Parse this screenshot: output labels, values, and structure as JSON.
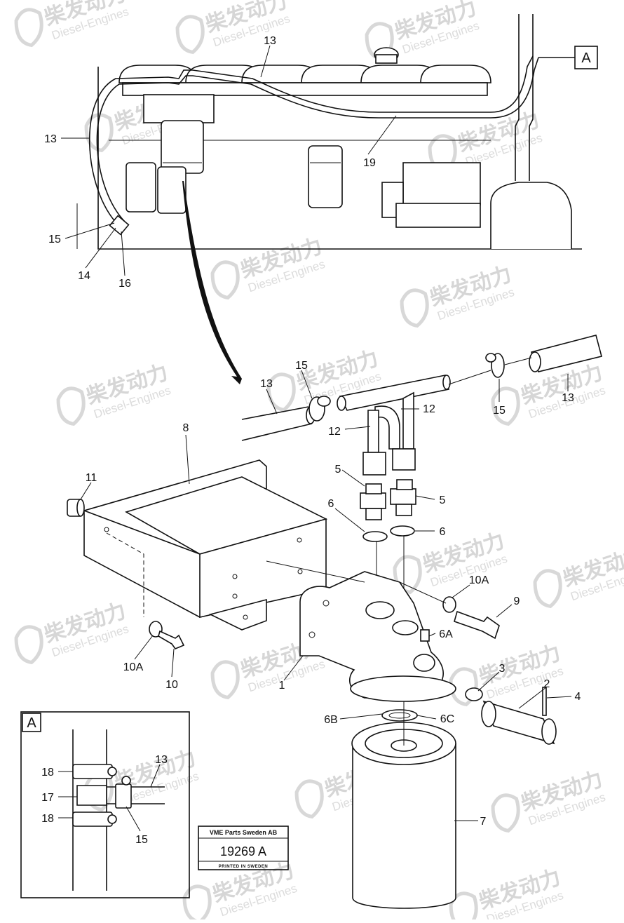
{
  "watermark": {
    "brand_cn": "柴发动力",
    "brand_en": "Diesel-Engines"
  },
  "callouts": {
    "engine_view": [
      "13",
      "13",
      "19",
      "15",
      "14",
      "16",
      "A"
    ],
    "exploded": [
      "15",
      "13",
      "12",
      "12",
      "15",
      "13",
      "8",
      "11",
      "5",
      "5",
      "6",
      "6",
      "10A",
      "9",
      "6A",
      "10A",
      "10",
      "1",
      "3",
      "2",
      "4",
      "6B",
      "6C",
      "7"
    ],
    "detail": [
      "A",
      "18",
      "17",
      "18",
      "13",
      "15"
    ]
  },
  "stamp": {
    "company": "VME Parts Sweden AB",
    "drawing_number": "19269 A",
    "printed": "PRINTED IN SWEDEN"
  }
}
